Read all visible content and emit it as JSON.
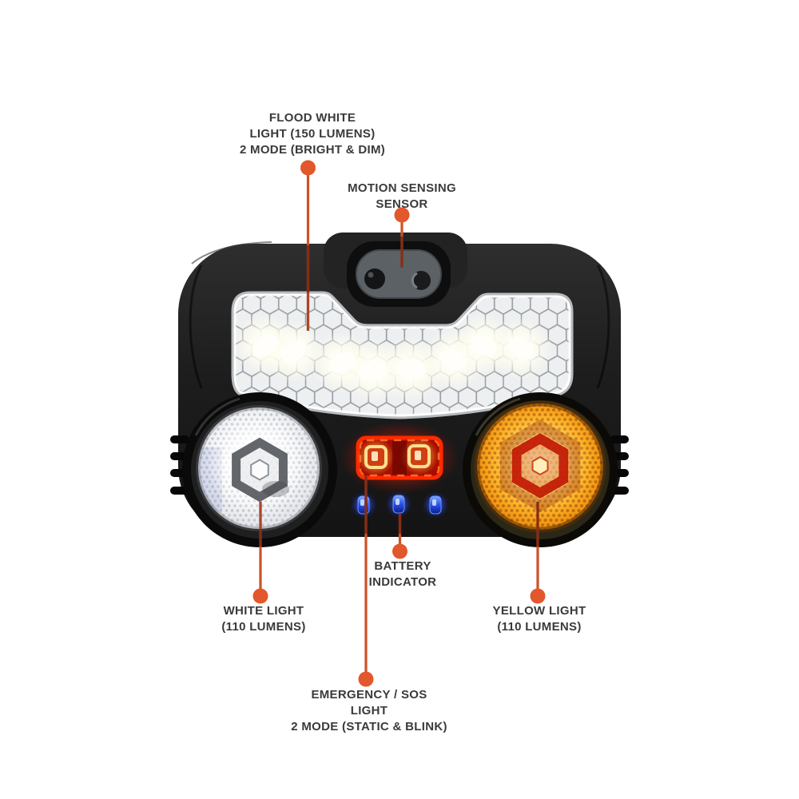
{
  "page": {
    "background": "#ffffff"
  },
  "colors": {
    "accent_dot": "#e2572b",
    "leader_line": "#cf5128",
    "leader_line_dark": "#7e2a14",
    "label_text": "#3a3a3a",
    "page_bg": "#ffffff",
    "body_black": "#1d1d1d",
    "sensor_gray": "#5c6165",
    "flood_panel_white": "#f3f4f5",
    "emergency_red": "#cc1604",
    "battery_led_blue": "#2a50e8",
    "yellow_light_amber": "#f6a41c"
  },
  "product": {
    "description": "Black sensor headlamp, front view: top motion sensor, honeycomb flood LED panel, white spotlight, yellow spotlight, red emergency light, three blue battery LEDs"
  },
  "callouts": {
    "flood_white": {
      "lines": [
        "FLOOD WHITE",
        "LIGHT (150 LUMENS)",
        "2 MODE (BRIGHT & DIM)"
      ]
    },
    "motion_sensor": {
      "lines": [
        "MOTION SENSING",
        "SENSOR"
      ]
    },
    "white_light": {
      "lines": [
        "WHITE LIGHT",
        "(110 LUMENS)"
      ]
    },
    "battery_indicator": {
      "lines": [
        "BATTERY",
        "INDICATOR"
      ]
    },
    "yellow_light": {
      "lines": [
        "YELLOW LIGHT",
        "(110 LUMENS)"
      ]
    },
    "emergency": {
      "lines": [
        "EMERGENCY / SOS",
        "LIGHT",
        "2 MODE (STATIC & BLINK)"
      ]
    }
  }
}
